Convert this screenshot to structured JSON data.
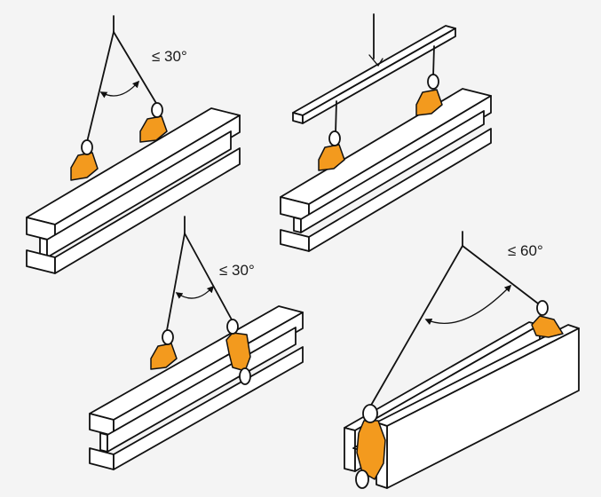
{
  "diagrams": [
    {
      "angle_label": "≤ 30°"
    },
    {
      "angle_label": ""
    },
    {
      "angle_label": "≤ 30°"
    },
    {
      "angle_label": "≤ 60°"
    }
  ],
  "colors": {
    "background": "#f4f4f4",
    "clamp": "#f39a1e",
    "line": "#111111",
    "beam_face": "#ffffff"
  },
  "icons": [
    "lifting-clamp-icon",
    "i-beam-icon",
    "spreader-bar-icon",
    "angle-arrow-icon"
  ]
}
